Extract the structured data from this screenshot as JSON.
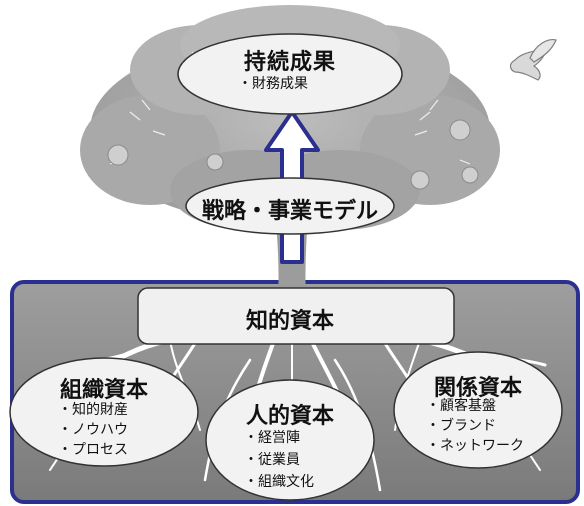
{
  "top": {
    "title": "持続成果",
    "items": [
      "財務成果"
    ]
  },
  "middle": {
    "title": "戦略・事業モデル"
  },
  "roots": {
    "title": "知的資本"
  },
  "capitals": [
    {
      "title": "組織資本",
      "items": [
        "知的財産",
        "ノウハウ",
        "プロセス"
      ]
    },
    {
      "title": "人的資本",
      "items": [
        "経営陣",
        "従業員",
        "組織文化"
      ]
    },
    {
      "title": "関係資本",
      "items": [
        "顧客基盤",
        "ブランド",
        "ネットワーク"
      ]
    }
  ],
  "colors": {
    "frame": "#2b2f8f",
    "arrow": "#2b2f8f",
    "tree": "#a6a6a6",
    "tree_dark": "#7f7f7f",
    "ground": "#8c8c8c",
    "roots": "#ffffff",
    "ellipse_fill": "#f2f2f2"
  },
  "icons": [
    "dove-icon",
    "tree-icon",
    "up-arrow-icon"
  ]
}
